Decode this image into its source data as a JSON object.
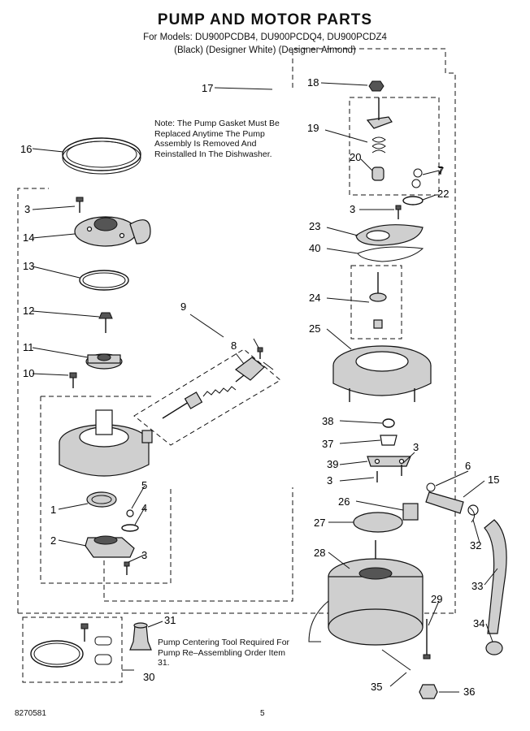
{
  "header": {
    "title": "PUMP AND MOTOR PARTS",
    "models": "For Models: DU900PCDB4, DU900PCDQ4, DU900PCDZ4",
    "colors": "(Black)     (Designer White)   (Designer Almond)"
  },
  "note": "Note: The Pump Gasket Must Be Replaced Anytime The Pump Assembly Is Removed And Reinstalled In The Dishwasher.",
  "tool_note": "Pump Centering Tool Required For Pump Re–Assembling Order Item 31.",
  "footer": {
    "part_number": "8270581",
    "page": "5"
  },
  "callouts": [
    "1",
    "3",
    "4",
    "5",
    "2",
    "3",
    "6",
    "7",
    "8",
    "9",
    "10",
    "11",
    "12",
    "13",
    "14",
    "15",
    "16",
    "17",
    "18",
    "19",
    "20",
    "7",
    "22",
    "3",
    "23",
    "40",
    "24",
    "25",
    "38",
    "37",
    "3",
    "39",
    "3",
    "26",
    "27",
    "28",
    "29",
    "30",
    "31",
    "32",
    "33",
    "34",
    "35",
    "36"
  ]
}
